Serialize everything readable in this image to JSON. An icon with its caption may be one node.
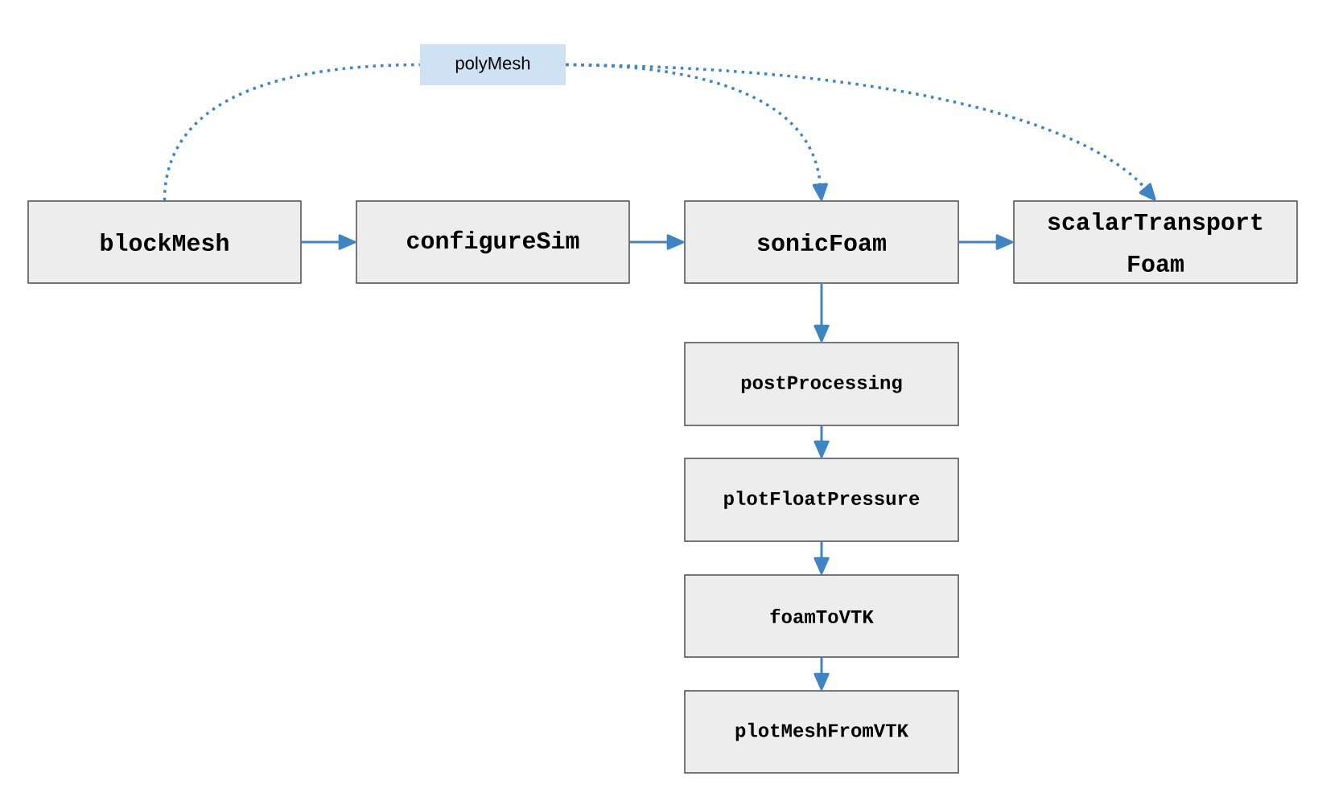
{
  "diagram": {
    "nodes": [
      {
        "text": [
          "blockMesh"
        ]
      },
      {
        "text": [
          "configureSim"
        ]
      },
      {
        "text": [
          "sonicFoam"
        ]
      },
      {
        "text": [
          "scalarTransport Foam"
        ]
      },
      {
        "text": [
          "postProcessing"
        ]
      },
      {
        "text": [
          "plotFloatPressure"
        ]
      },
      {
        "text": [
          "foamToVTK"
        ]
      },
      {
        "text": [
          "plotMeshFromVTK"
        ]
      },
      {
        "text": [
          "polyMesh"
        ]
      }
    ],
    "edges": [
      {
        "from": 0,
        "to": 1,
        "arrow": "to"
      },
      {
        "from": 1,
        "to": 2,
        "arrow": "to"
      },
      {
        "from": 2,
        "to": 3,
        "arrow": "to"
      },
      {
        "from": 2,
        "to": 4,
        "arrow": "to"
      },
      {
        "from": 4,
        "to": 5,
        "arrow": "to"
      },
      {
        "from": 5,
        "to": 6,
        "arrow": "to"
      },
      {
        "from": 6,
        "to": 7,
        "arrow": "to"
      },
      {
        "from": 0,
        "to": 8,
        "arrow": "none",
        "style": "dashed"
      },
      {
        "from": 8,
        "to": 2,
        "arrow": "to",
        "style": "dashed"
      },
      {
        "from": 8,
        "to": 3,
        "arrow": "to",
        "style": "dashed"
      }
    ]
  }
}
